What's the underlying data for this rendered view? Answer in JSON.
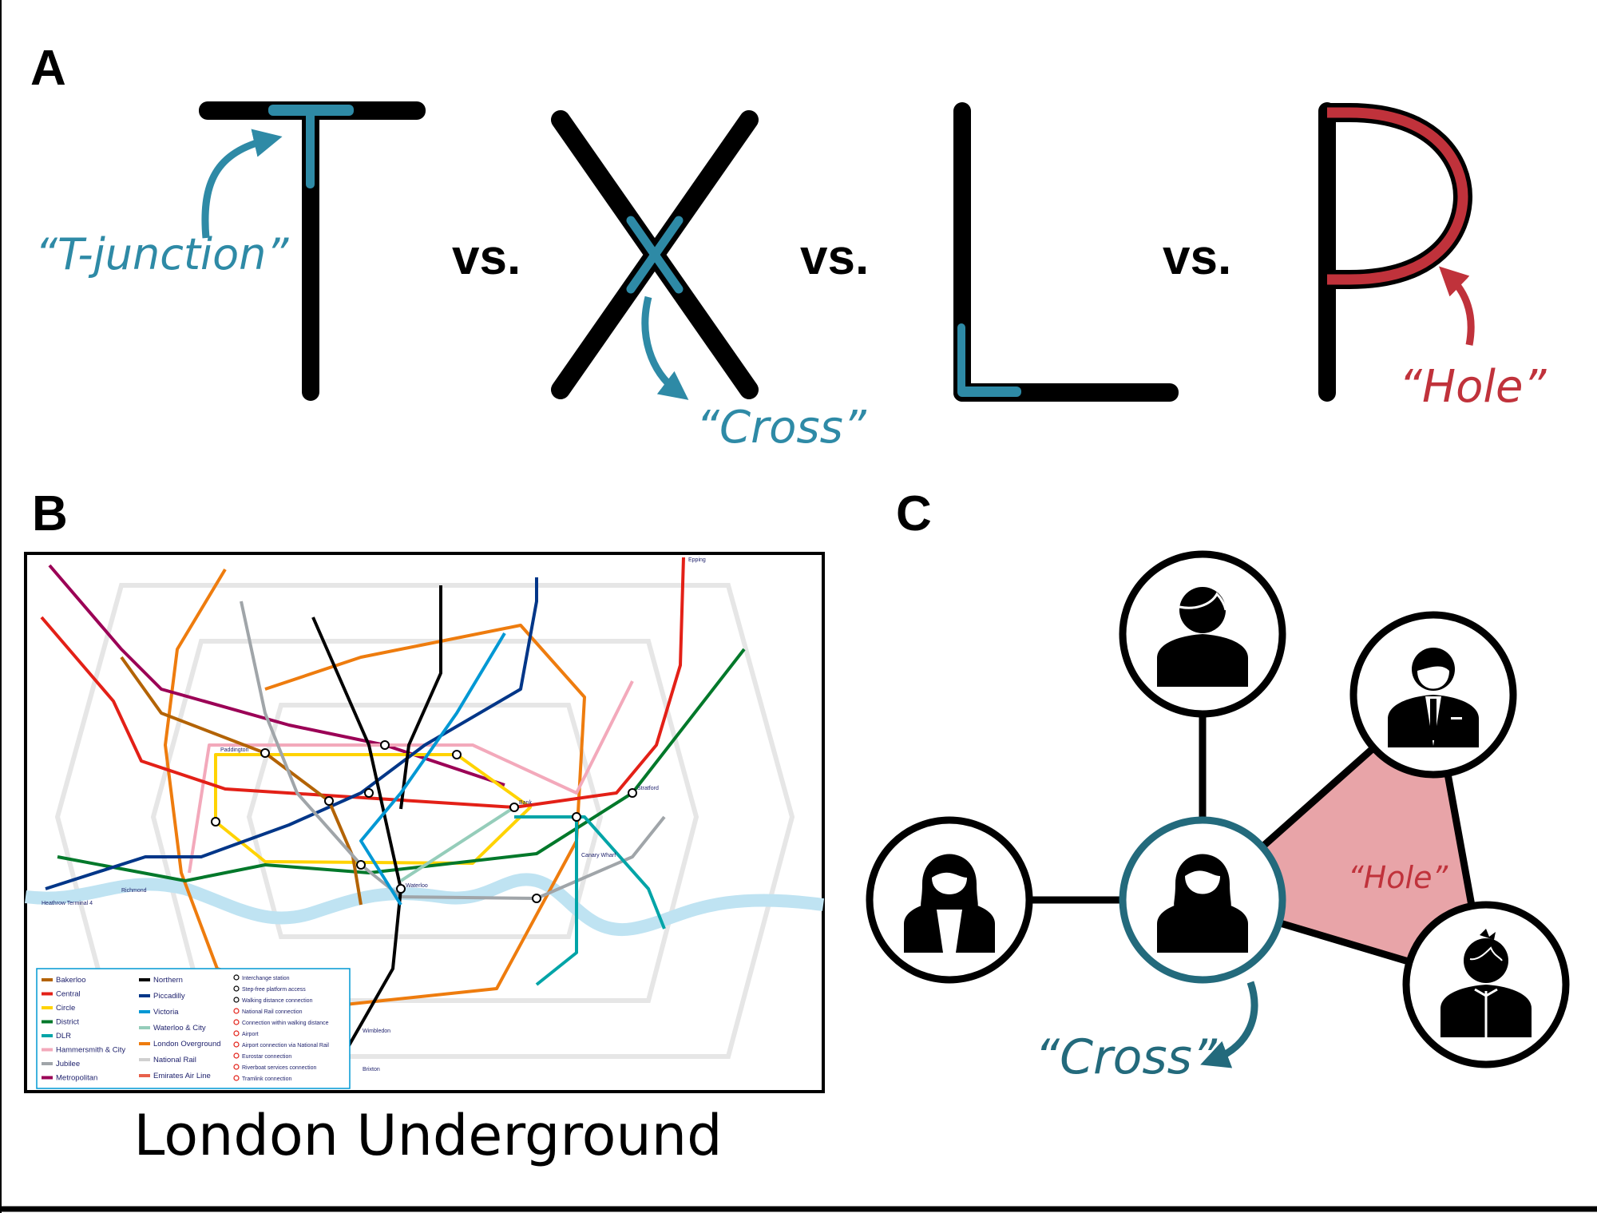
{
  "panel_a": {
    "label": "A",
    "vs_label": "vs.",
    "letters": [
      "T",
      "X",
      "L",
      "P"
    ],
    "t_junction_label": "“T-junction”",
    "cross_label": "“Cross”",
    "hole_label": "“Hole”"
  },
  "panel_b": {
    "label": "B",
    "caption": "London Underground",
    "legend_lines": [
      {
        "name": "Bakerloo",
        "color": "#b36305"
      },
      {
        "name": "Central",
        "color": "#e32017"
      },
      {
        "name": "Circle",
        "color": "#ffd300"
      },
      {
        "name": "District",
        "color": "#00782a"
      },
      {
        "name": "DLR",
        "color": "#00a4a7"
      },
      {
        "name": "Hammersmith & City",
        "color": "#f3a9bb"
      },
      {
        "name": "Jubilee",
        "color": "#a0a5a9"
      },
      {
        "name": "Metropolitan",
        "color": "#9b0056"
      }
    ],
    "legend_lines_2": [
      {
        "name": "Northern",
        "color": "#000000"
      },
      {
        "name": "Piccadilly",
        "color": "#003688"
      },
      {
        "name": "Victoria",
        "color": "#0098d4"
      },
      {
        "name": "Waterloo & City",
        "color": "#95cdba"
      },
      {
        "name": "London Overground",
        "color": "#ee7c0e"
      },
      {
        "name": "National Rail",
        "color": "#d0d0d0"
      },
      {
        "name": "Emirates Air Line",
        "color": "#e8604b"
      }
    ],
    "legend_symbols": [
      "Interchange station",
      "Step-free platform access",
      "Walking distance connection",
      "National Rail connection",
      "Connection within walking distance",
      "Airport",
      "Airport connection via National Rail",
      "Eurostar connection",
      "Riverboat services connection",
      "Tramlink connection"
    ],
    "stations": [
      "Bank",
      "Waterloo",
      "Paddington",
      "Stratford",
      "Brixton",
      "Epping",
      "Wimbledon",
      "Richmond",
      "Heathrow Terminal 4",
      "Canary Wharf"
    ]
  },
  "panel_c": {
    "label": "C",
    "cross_label": "“Cross”",
    "hole_label": "“Hole”"
  },
  "colors": {
    "teal": "#2e8aa6",
    "dark_teal": "#236a7c",
    "red": "#c0323b",
    "hole_fill": "#e8a4a8"
  }
}
